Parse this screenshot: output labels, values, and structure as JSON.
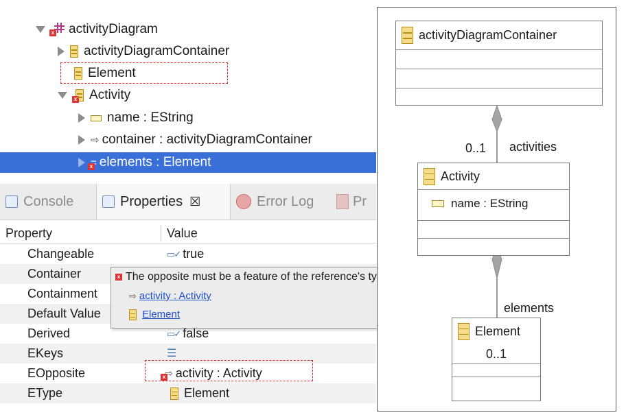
{
  "tree": {
    "root": "activityDiagram",
    "container": "activityDiagramContainer",
    "element": "Element",
    "activity": "Activity",
    "name_attr": "name : EString",
    "container_ref": "container : activityDiagramContainer",
    "elements_ref": "elements : Element"
  },
  "tabs": {
    "console": "Console",
    "properties": "Properties",
    "close_glyph": "☒",
    "error_log": "Error Log",
    "truncated": "Pr"
  },
  "properties": {
    "headers": {
      "property": "Property",
      "value": "Value"
    },
    "rows": {
      "changeable": {
        "name": "Changeable",
        "value": "true"
      },
      "container": {
        "name": "Container",
        "value": ""
      },
      "containment": {
        "name": "Containment",
        "value": ""
      },
      "default_value": {
        "name": "Default Value",
        "value": ""
      },
      "derived": {
        "name": "Derived",
        "value": "false"
      },
      "ekeys": {
        "name": "EKeys",
        "value": ""
      },
      "eopposite": {
        "name": "EOpposite",
        "value": "activity : Activity"
      },
      "etype": {
        "name": "EType",
        "value": "Element"
      }
    }
  },
  "tooltip": {
    "message": "The opposite must be a feature of the reference's type",
    "link1": "activity : Activity",
    "link2": "Element"
  },
  "diagram": {
    "container_class": "activityDiagramContainer",
    "activity_class": "Activity",
    "activity_attr": "name : EString",
    "element_class": "Element",
    "element_mult": "0..1",
    "assoc1_role": "activities",
    "assoc1_mult": "0..1",
    "assoc2_role": "elements"
  },
  "colors": {
    "selection": "#3b6fd8",
    "error_red": "#d33333",
    "link_blue": "#1f4fcf",
    "class_icon": "#f3dc8a"
  }
}
